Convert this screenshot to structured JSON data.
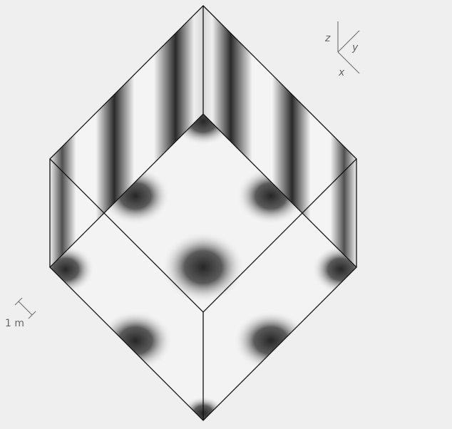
{
  "axes": {
    "x_label": "x",
    "y_label": "y",
    "z_label": "z"
  },
  "scale_bar": {
    "label": "1 m"
  },
  "colors": {
    "background": "#efefef",
    "edge": "#111111",
    "light": "#f2f2f2",
    "dark": "#2a2a2a"
  }
}
